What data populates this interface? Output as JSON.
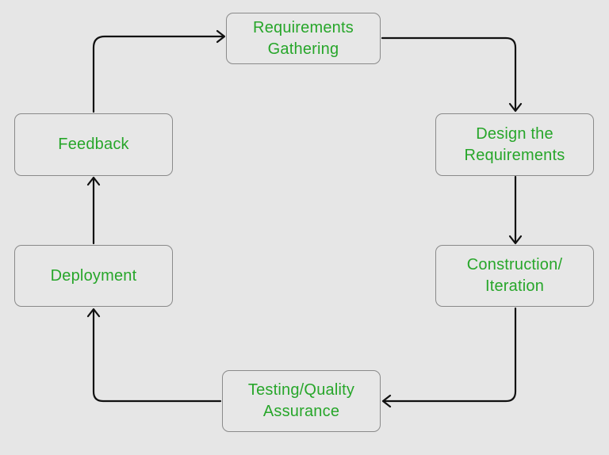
{
  "colors": {
    "background": "#e6e6e6",
    "node_text": "#27a62a",
    "node_border": "#8a8a8a",
    "arrow": "#111111"
  },
  "nodes": {
    "requirements": {
      "label": "Requirements\nGathering"
    },
    "design": {
      "label": "Design the\nRequirements"
    },
    "construction": {
      "label": "Construction/\nIteration"
    },
    "testing": {
      "label": "Testing/Quality\nAssurance"
    },
    "deployment": {
      "label": "Deployment"
    },
    "feedback": {
      "label": "Feedback"
    }
  },
  "edges": [
    {
      "from": "requirements",
      "to": "design"
    },
    {
      "from": "design",
      "to": "construction"
    },
    {
      "from": "construction",
      "to": "testing"
    },
    {
      "from": "testing",
      "to": "deployment"
    },
    {
      "from": "deployment",
      "to": "feedback"
    },
    {
      "from": "feedback",
      "to": "requirements"
    }
  ]
}
